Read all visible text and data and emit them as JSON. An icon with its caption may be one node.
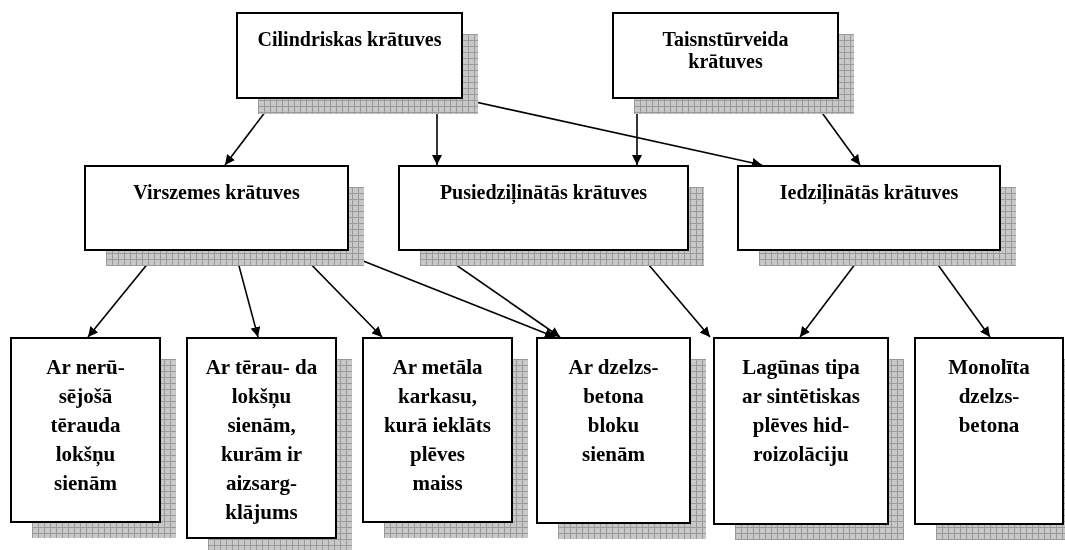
{
  "diagram": {
    "nodes": [
      {
        "text": [
          "Cilindriskas krātuves"
        ]
      },
      {
        "text": [
          "Taisnstūrveida krātuves"
        ]
      },
      {
        "text": [
          "Virszemes krātuves"
        ]
      },
      {
        "text": [
          "Pusiedziļinātās krātuves"
        ]
      },
      {
        "text": [
          "Iedziļinātās krātuves"
        ]
      },
      {
        "text": [
          "Ar nerū- sējošā tērauda lokšņu sienām"
        ]
      },
      {
        "text": [
          "Ar tērau- da lokšņu sienām, kurām ir aizsarg- klājums"
        ]
      },
      {
        "text": [
          "Ar metāla karkasu, kurā ieklāts plēves maiss"
        ]
      },
      {
        "text": [
          "Ar dzelzs- betona bloku sienām"
        ]
      },
      {
        "text": [
          "Lagūnas tipa ar sintētiskas plēves hid- roizolāciju"
        ]
      },
      {
        "text": [
          "Monolīta dzelzs- betona"
        ]
      }
    ],
    "edges": [
      {
        "from": 0,
        "to": 2,
        "arrow": "to"
      },
      {
        "from": 0,
        "to": 3,
        "arrow": "to"
      },
      {
        "from": 0,
        "to": 4,
        "arrow": "to"
      },
      {
        "from": 1,
        "to": 3,
        "arrow": "to"
      },
      {
        "from": 1,
        "to": 4,
        "arrow": "to"
      },
      {
        "from": 2,
        "to": 5,
        "arrow": "to"
      },
      {
        "from": 2,
        "to": 6,
        "arrow": "to"
      },
      {
        "from": 2,
        "to": 7,
        "arrow": "to"
      },
      {
        "from": 2,
        "to": 8,
        "arrow": "to"
      },
      {
        "from": 3,
        "to": 8,
        "arrow": "to"
      },
      {
        "from": 3,
        "to": 9,
        "arrow": "to"
      },
      {
        "from": 4,
        "to": 9,
        "arrow": "to"
      },
      {
        "from": 4,
        "to": 10,
        "arrow": "to"
      }
    ]
  }
}
